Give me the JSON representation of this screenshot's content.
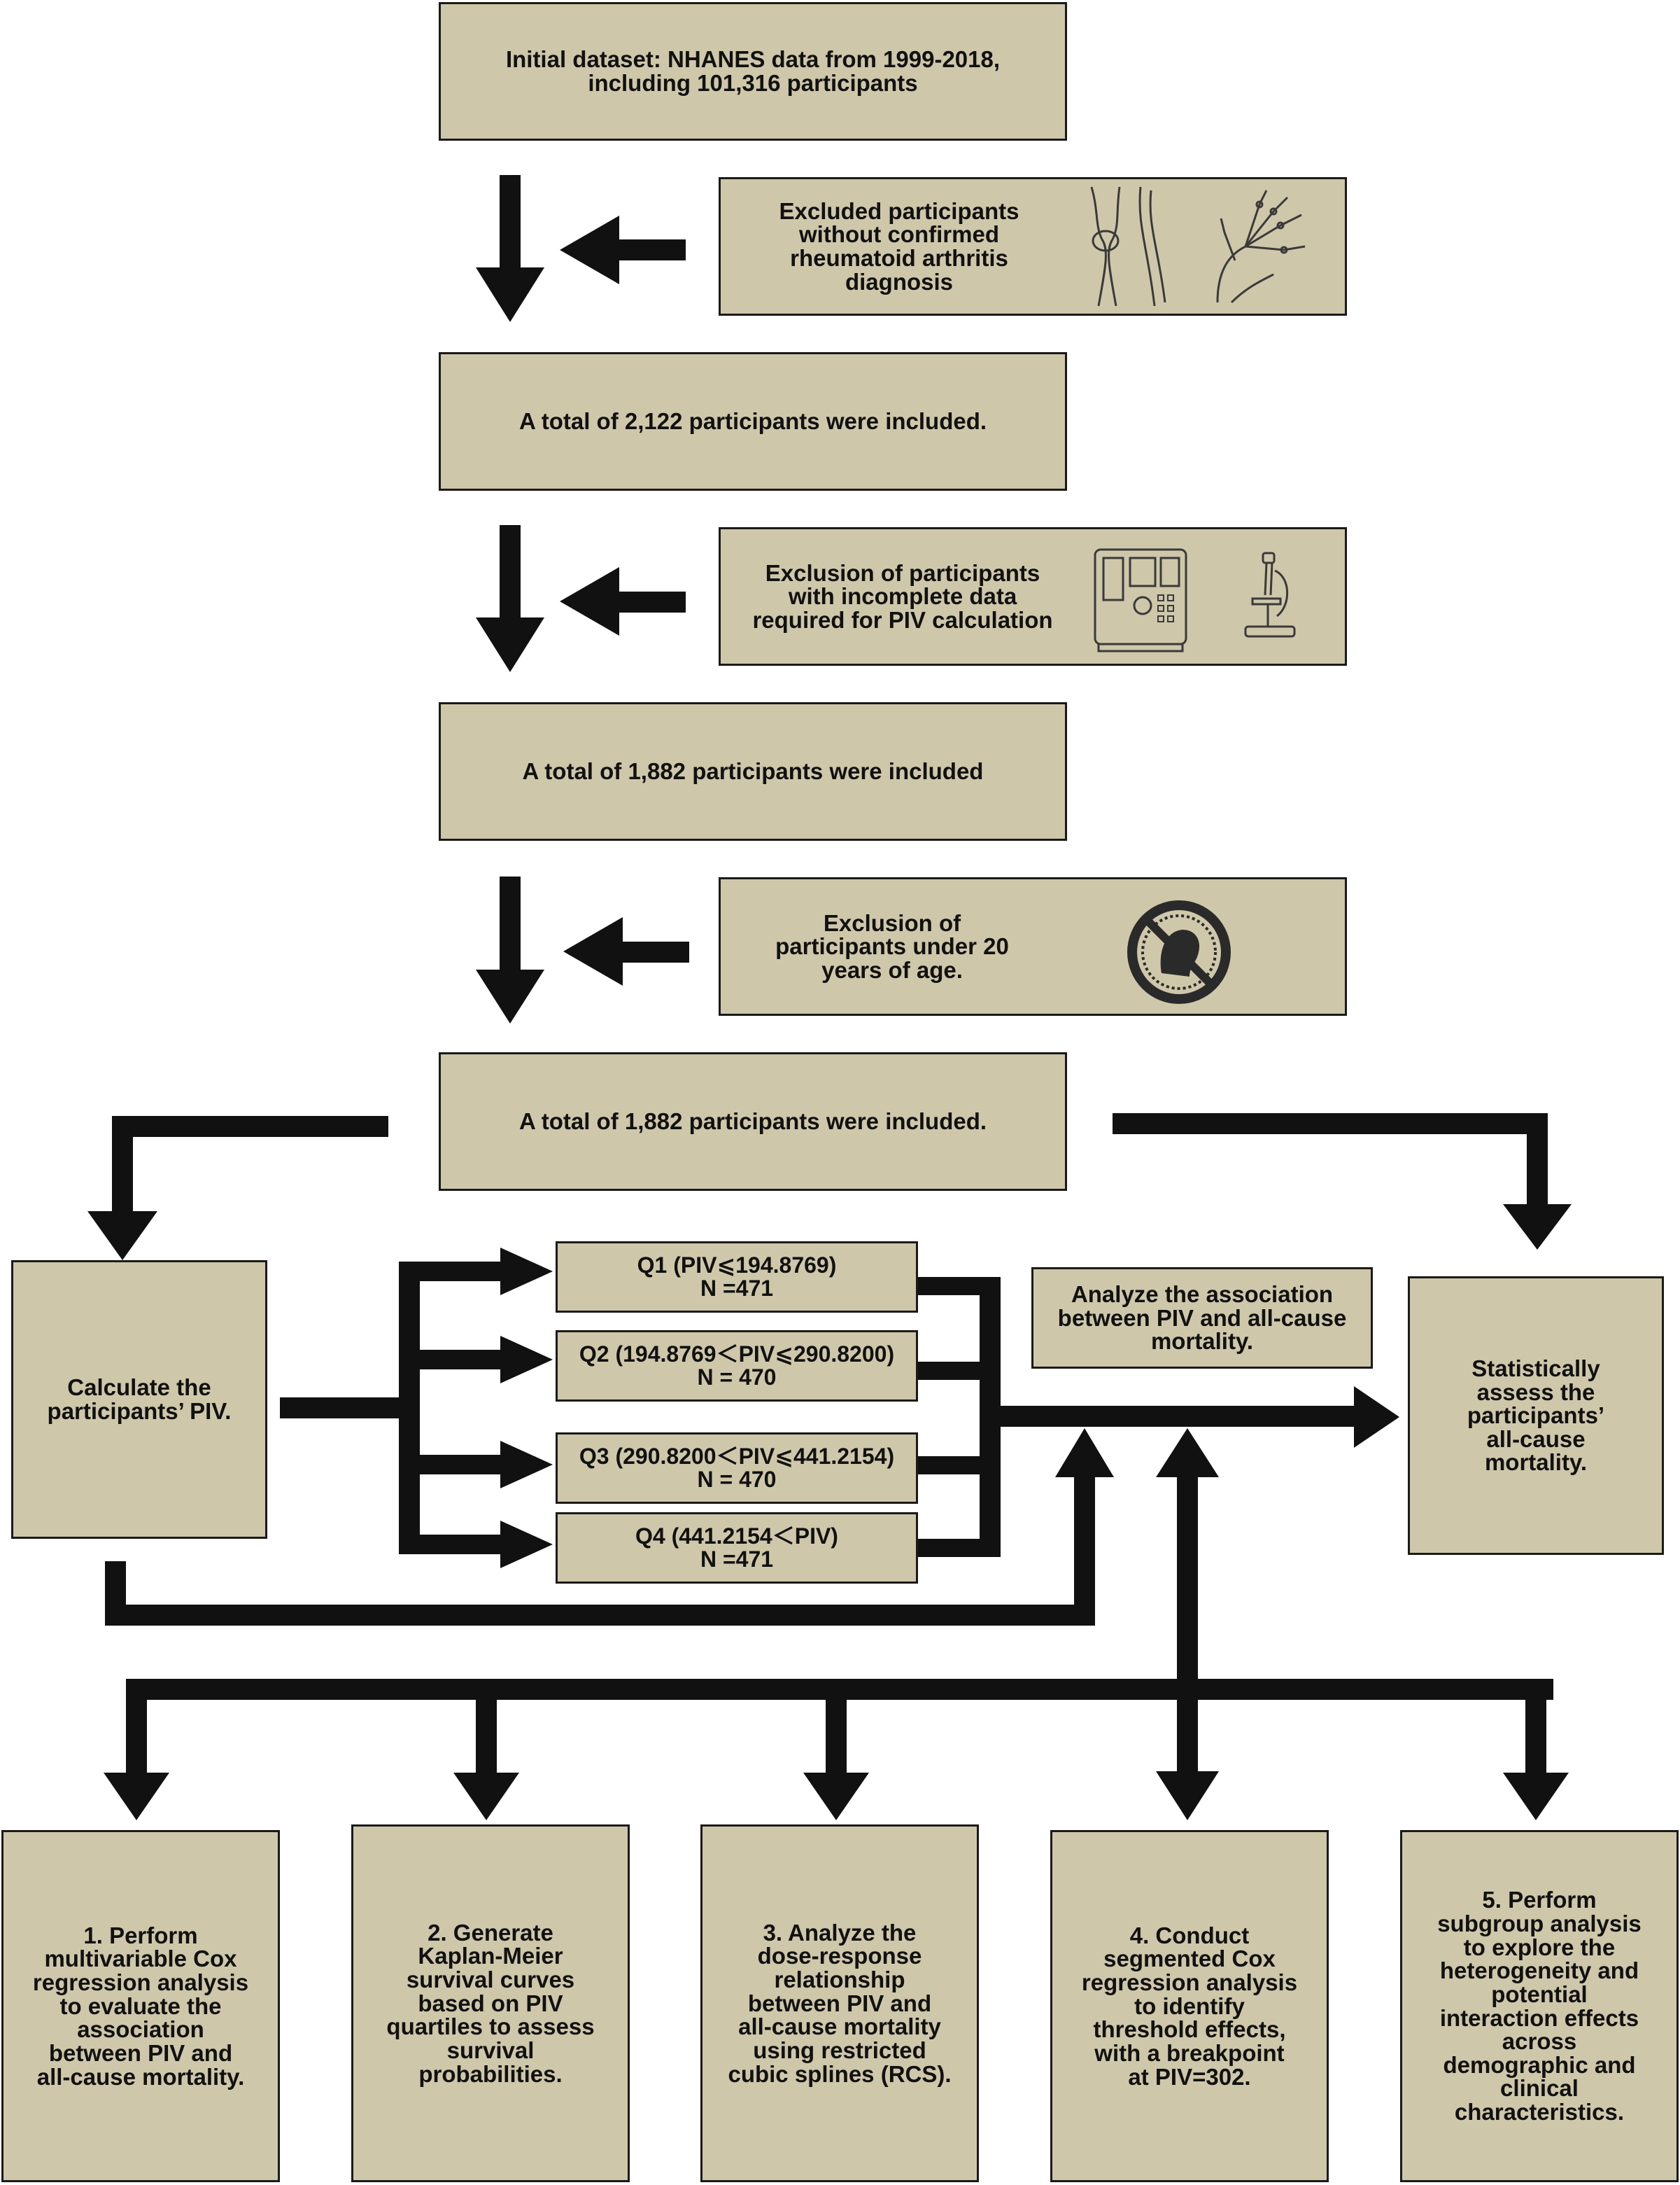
{
  "flow": {
    "initial": "Initial dataset: NHANES data from 1999-2018,\nincluding 101,316 participants",
    "exclude1": "Excluded participants\nwithout confirmed\nrheumatoid arthritis\ndiagnosis",
    "included1": "A total of 2,122 participants were included.",
    "exclude2": "Exclusion of participants\nwith incomplete data\nrequired for PIV calculation",
    "included2": "A total of 1,882 participants were included",
    "exclude3": "Exclusion of\nparticipants under 20\nyears of age.",
    "included3": "A total of 1,882 participants were included.",
    "calculate": "Calculate the\nparticipants’ PIV.",
    "q1": "Q1 (PIV⩽194.8769)\nN =471",
    "q2": "Q2 (194.8769＜PIV⩽290.8200)\nN = 470",
    "q3": "Q3 (290.8200＜PIV⩽441.2154)\nN = 470",
    "q4": "Q4 (441.2154＜PIV)\nN =471",
    "analyze": "Analyze the association\nbetween PIV and all-cause\nmortality.",
    "assess": "Statistically\nassess the\nparticipants’\nall-cause\nmortality.",
    "step1": "1. Perform\nmultivariable Cox\nregression analysis\nto evaluate the\nassociation\nbetween PIV and\nall-cause mortality.",
    "step2": "2. Generate\nKaplan-Meier\nsurvival curves\nbased on PIV\nquartiles to assess\nsurvival\nprobabilities.",
    "step3": "3. Analyze the\ndose-response\nrelationship\nbetween PIV and\nall-cause mortality\nusing restricted\ncubic splines (RCS).",
    "step4": "4. Conduct\nsegmented Cox\nregression analysis\nto identify\nthreshold effects,\nwith a breakpoint\nat PIV=302.",
    "step5": "5. Perform\nsubgroup analysis\nto explore the\nheterogeneity and\npotential\ninteraction effects\nacross\ndemographic and\nclinical\ncharacteristics."
  },
  "icons": [
    "knee-joint-icon",
    "hand-skeleton-icon",
    "lab-analyzer-icon",
    "microscope-icon",
    "no-minors-icon"
  ],
  "colors": {
    "box_fill": "#cfc7aa",
    "arrow": "#111111",
    "border": "#1a1a1a"
  }
}
